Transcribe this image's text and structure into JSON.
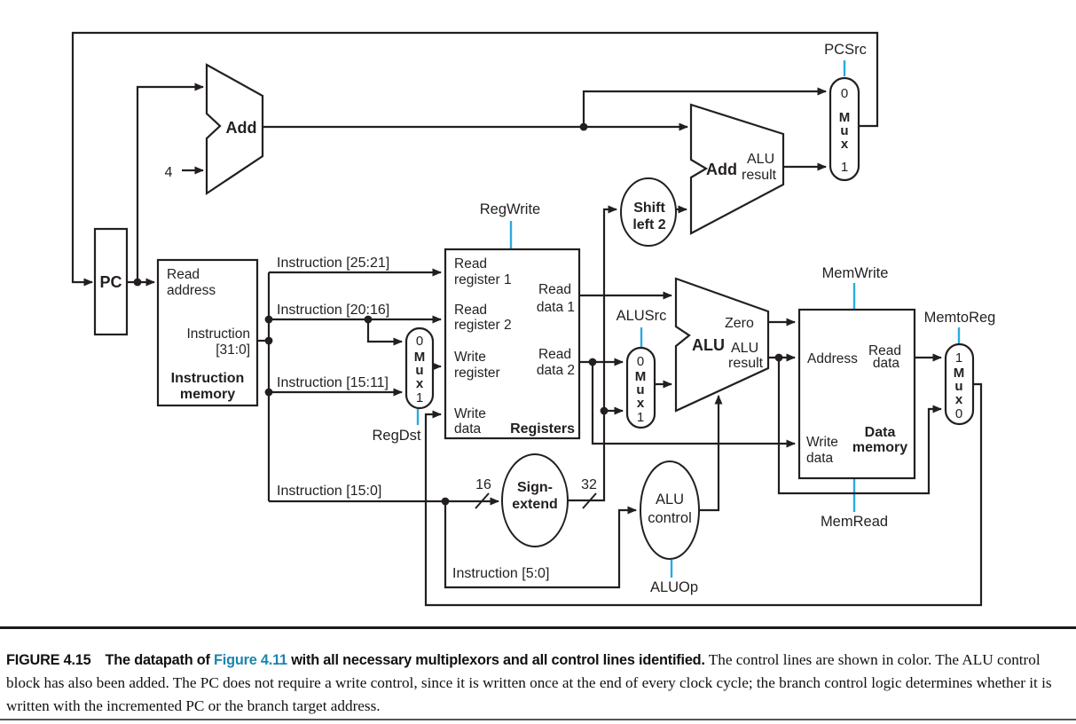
{
  "colors": {
    "control": "#29abe2",
    "wire": "#231f20",
    "caption_link": "#1a85ad"
  },
  "signals": {
    "pcsrc": "PCSrc",
    "regwrite": "RegWrite",
    "regdst": "RegDst",
    "alusrc": "ALUSrc",
    "memwrite": "MemWrite",
    "memtoreg": "MemtoReg",
    "memread": "MemRead",
    "aluop": "ALUOp",
    "alu_control": {
      "l1": "ALU",
      "l2": "control"
    }
  },
  "blocks": {
    "pc": {
      "label": "PC"
    },
    "imem": {
      "read_address": {
        "l1": "Read",
        "l2": "address"
      },
      "instruction_out": {
        "l1": "Instruction",
        "l2": "[31:0]"
      },
      "title": {
        "l1": "Instruction",
        "l2": "memory"
      }
    },
    "registers": {
      "read_register_1": {
        "l1": "Read",
        "l2": "register 1"
      },
      "read_register_2": {
        "l1": "Read",
        "l2": "register 2"
      },
      "write_register": {
        "l1": "Write",
        "l2": "register"
      },
      "write_data": {
        "l1": "Write",
        "l2": "data"
      },
      "read_data_1": {
        "l1": "Read",
        "l2": "data 1"
      },
      "read_data_2": {
        "l1": "Read",
        "l2": "data 2"
      },
      "title": "Registers"
    },
    "dmem": {
      "address": "Address",
      "read_data": {
        "l1": "Read",
        "l2": "data"
      },
      "write_data": {
        "l1": "Write",
        "l2": "data"
      },
      "title": {
        "l1": "Data",
        "l2": "memory"
      }
    },
    "add": {
      "label": "Add"
    },
    "branch_add": {
      "label": "Add",
      "result": {
        "l1": "ALU",
        "l2": "result"
      }
    },
    "alu": {
      "label": "ALU",
      "zero": "Zero",
      "result": {
        "l1": "ALU",
        "l2": "result"
      }
    },
    "shift_left_2": {
      "l1": "Shift",
      "l2": "left 2"
    },
    "sign_extend": {
      "l1": "Sign-",
      "l2": "extend"
    }
  },
  "wires": {
    "instr_25_21": "Instruction [25:21]",
    "instr_20_16": "Instruction [20:16]",
    "instr_15_11": "Instruction [15:11]",
    "instr_15_0": "Instruction [15:0]",
    "instr_5_0": "Instruction [5:0]",
    "w16": "16",
    "w32": "32",
    "const4": "4"
  },
  "mux": {
    "zero": "0",
    "one": "1",
    "m": "M",
    "u": "u",
    "x": "x"
  },
  "caption": {
    "figure": "FIGURE 4.15",
    "bold_pre": "The datapath of",
    "link": "Figure 4.11",
    "bold_post": "with all necessary multiplexors and all control lines identified.",
    "body": "The control lines are shown in color. The ALU control block has also been added. The PC does not require a write control, since it is written once at the end of every clock cycle; the branch control logic determines whether it is written with the incremented PC or the branch target address."
  }
}
